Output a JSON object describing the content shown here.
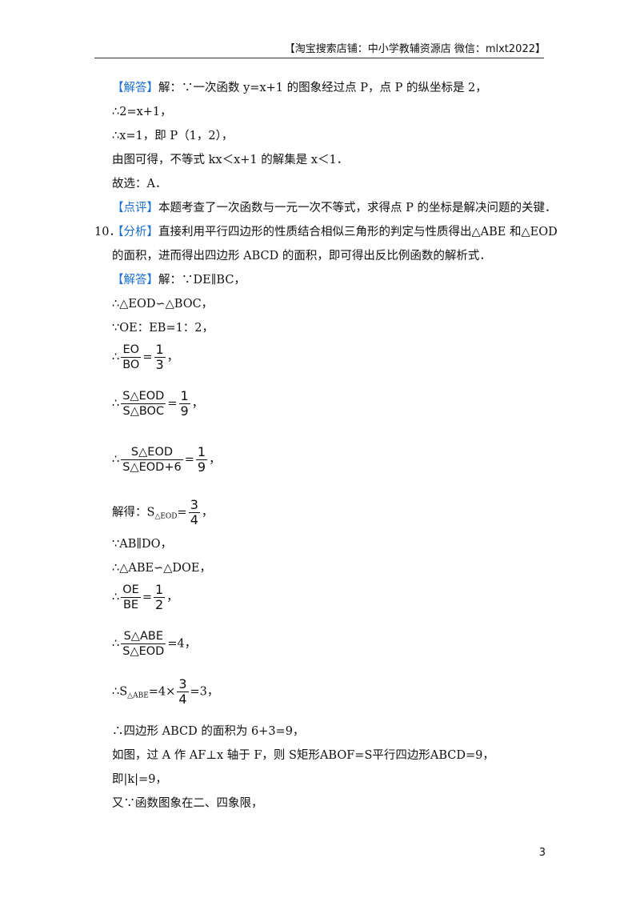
{
  "header": {
    "text": "【淘宝搜索店铺：中小学教辅资源店 微信：mlxt2022】"
  },
  "q9": {
    "tag_answer": "【解答】",
    "l1": "解：∵一次函数 y=x+1 的图象经过点 P，点 P 的纵坐标是 2，",
    "l2": "∴2=x+1，",
    "l3": "∴x=1，即 P（1，2），",
    "l4": "由图可得，不等式 kx＜x+1 的解集是 x＜1．",
    "l5": "故选：A．",
    "tag_comment": "【点评】",
    "comment": "本题考查了一次函数与一元一次不等式，求得点 P 的坐标是解决问题的关键．"
  },
  "q10": {
    "number": "10．",
    "tag_analysis": "【分析】",
    "analysis_1": "直接利用平行四边形的性质结合相似三角形的判定与性质得出△ABE 和△EOD",
    "analysis_2": "的面积，进而得出四边形 ABCD 的面积，即可得出反比例函数的解析式．",
    "tag_answer": "【解答】",
    "s1": "解：∵DE∥BC，",
    "s2": "∴△EOD∽△BOC，",
    "s3": "∵OE：EB=1：2，",
    "s4_pre": "∴",
    "s4_n": "EO",
    "s4_d": "BO",
    "s4_eq": "=",
    "s4_rn": "1",
    "s4_rd": "3",
    "s4_end": "，",
    "s5_pre": "∴",
    "s5_n": "S△EOD",
    "s5_d": "S△BOC",
    "s5_eq": "=",
    "s5_rn": "1",
    "s5_rd": "9",
    "s5_end": "，",
    "s6_pre": "∴",
    "s6_n": "S△EOD",
    "s6_d": "S△EOD+6",
    "s6_eq": "=",
    "s6_rn": "1",
    "s6_rd": "9",
    "s6_end": "，",
    "s7_pre": "解得：S",
    "s7_sub": "△EOD",
    "s7_eq": "=",
    "s7_rn": "3",
    "s7_rd": "4",
    "s7_end": "，",
    "s8": "∵AB∥DO，",
    "s9": "∴△ABE∽△DOE，",
    "s10_pre": "∴",
    "s10_n": "OE",
    "s10_d": "BE",
    "s10_eq": "=",
    "s10_rn": "1",
    "s10_rd": "2",
    "s10_end": "，",
    "s11_pre": "∴",
    "s11_n": "S△ABE",
    "s11_d": "S△EOD",
    "s11_end": "=4，",
    "s12_pre": "∴S",
    "s12_sub": "△ABE",
    "s12_mid": "=4×",
    "s12_rn": "3",
    "s12_rd": "4",
    "s12_end": "=3，",
    "s13": "∴四边形 ABCD 的面积为 6+3=9，",
    "s14": "如图，过 A 作 AF⊥x 轴于 F，则 S矩形ABOF=S平行四边形ABCD=9，",
    "s15": "即|k|=9，",
    "s16": "又∵函数图象在二、四象限，"
  },
  "page_number": "3"
}
